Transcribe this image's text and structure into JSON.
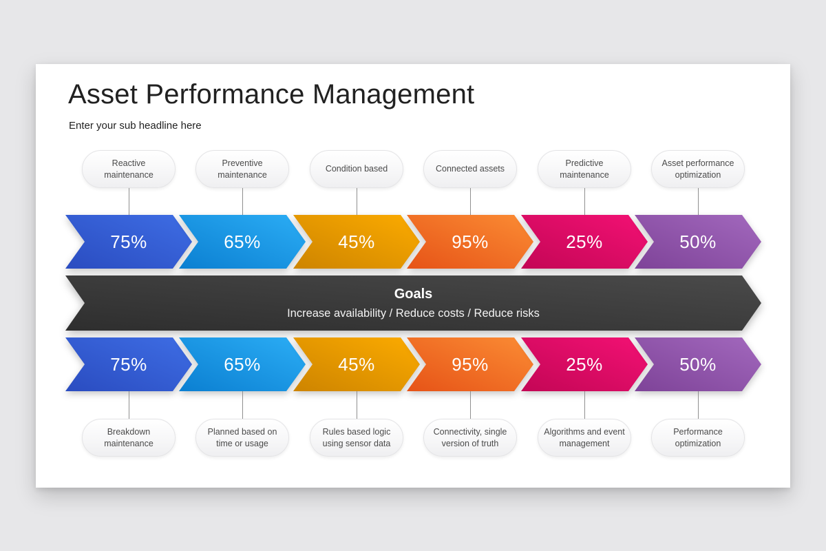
{
  "header": {
    "title": "Asset Performance Management",
    "subtitle": "Enter your sub headline here"
  },
  "goals_banner": {
    "title": "Goals",
    "subtitle": "Increase availability / Reduce costs / Reduce risks",
    "colors": [
      "#4a4a4a",
      "#2e2e2e"
    ]
  },
  "columns": [
    {
      "top_label": "Reactive maintenance",
      "value": "75%",
      "bottom_label": "Breakdown maintenance",
      "colors": [
        "#3e6de4",
        "#2a4cc0"
      ]
    },
    {
      "top_label": "Preventive maintenance",
      "value": "65%",
      "bottom_label": "Planned based on time or usage",
      "colors": [
        "#2badf5",
        "#0b7fd1"
      ]
    },
    {
      "top_label": "Condition based",
      "value": "45%",
      "bottom_label": "Rules based logic using sensor data",
      "colors": [
        "#fcab00",
        "#cd8400"
      ]
    },
    {
      "top_label": "Connected assets",
      "value": "95%",
      "bottom_label": "Connectivity, single version of truth",
      "colors": [
        "#fb8c34",
        "#e65317"
      ]
    },
    {
      "top_label": "Predictive maintenance",
      "value": "25%",
      "bottom_label": "Algorithms and event management",
      "colors": [
        "#f31174",
        "#c30655"
      ]
    },
    {
      "top_label": "Asset performance optimization",
      "value": "50%",
      "bottom_label": "Performance optimization",
      "colors": [
        "#a268bd",
        "#7e4398"
      ]
    }
  ],
  "palette": {
    "page_background": "#e7e7e9",
    "slide_background": "#ffffff",
    "title_text": "#212121",
    "pill_text": "#4a4a4a",
    "arrow_text": "#ffffff"
  }
}
